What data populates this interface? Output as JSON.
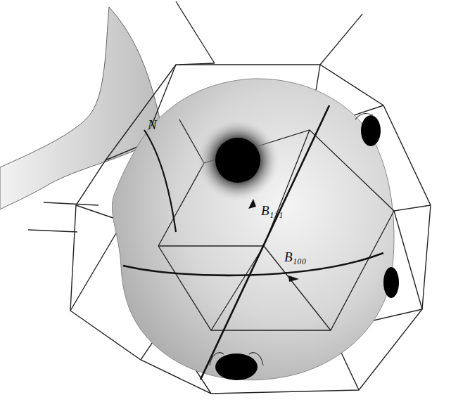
{
  "diagram": {
    "labels": [
      "N",
      "B₁₁₁",
      "B₁₀₀"
    ]
  }
}
